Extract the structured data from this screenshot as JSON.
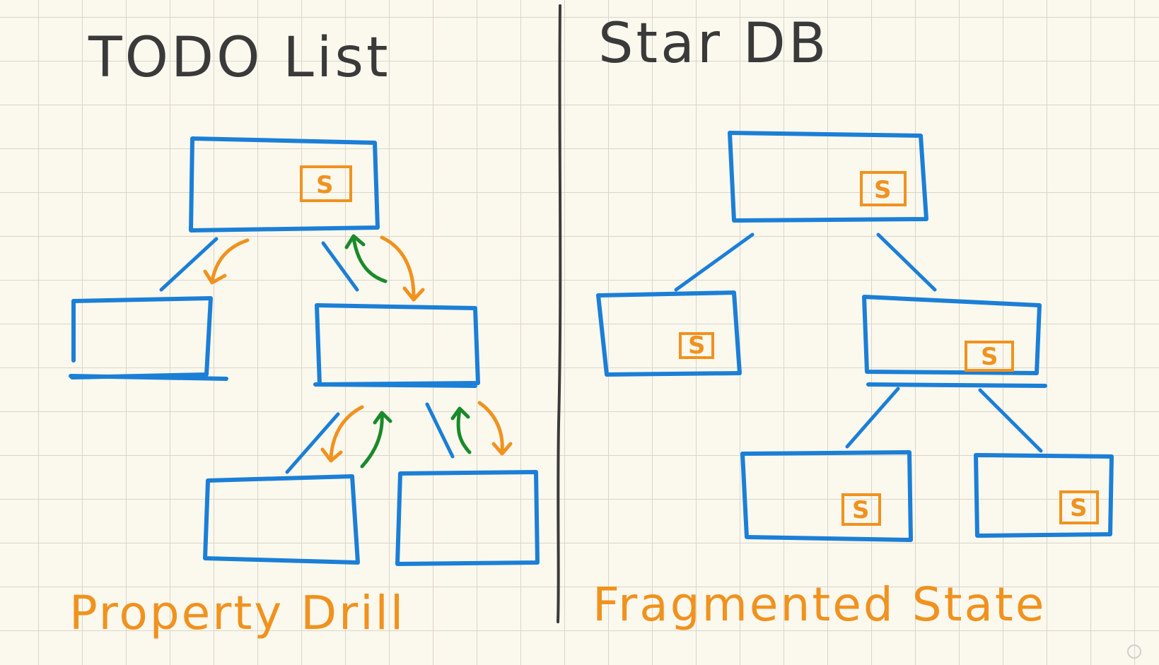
{
  "left_panel": {
    "title": "TODO List",
    "caption": "Property Drill"
  },
  "right_panel": {
    "title": "Star DB",
    "caption": "Fragmented State"
  },
  "state_marker": "S",
  "colors": {
    "box": "#1b7fd6",
    "state": "#f0921e",
    "arrow_up": "#1a8a2a",
    "ink": "#3a3a3a"
  }
}
